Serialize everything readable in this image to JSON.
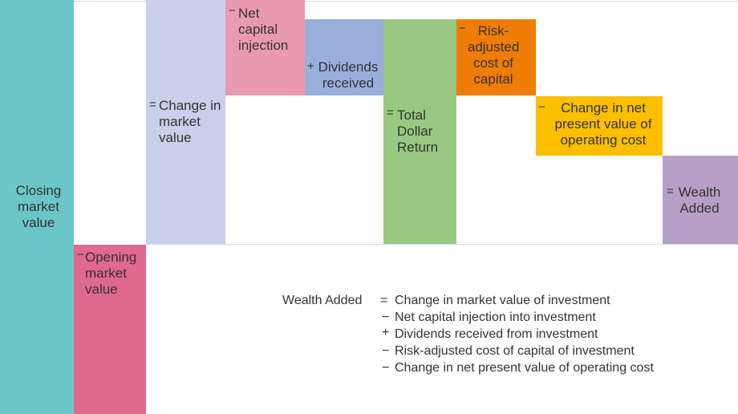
{
  "colors": {
    "closing": "#6bc6c8",
    "opening": "#e06990",
    "change": "#c8d0ec",
    "net_capital": "#e99ab0",
    "dividends": "#9aaedc",
    "total": "#98c882",
    "risk_cost": "#ef7d05",
    "npv_change": "#fcbf00",
    "wealth": "#b79ec7"
  },
  "blocks": {
    "closing_market_value": {
      "operator": "",
      "label": "Closing market value"
    },
    "opening_market_value": {
      "operator": "−",
      "label": "Opening market value"
    },
    "change_in_market_value": {
      "operator": "=",
      "label": "Change in market value"
    },
    "net_capital_injection": {
      "operator": "−",
      "label": "Net capital injection"
    },
    "dividends_received": {
      "operator": "+",
      "label": "Dividends received"
    },
    "total_dollar_return": {
      "operator": "=",
      "label": "Total Dollar Return"
    },
    "risk_adjusted_cost": {
      "operator": "−",
      "label": "Risk-adjusted cost of capital"
    },
    "npv_operating_cost": {
      "operator": "−",
      "label": "Change in net present value of operating cost"
    },
    "wealth_added": {
      "operator": "=",
      "label": "Wealth Added"
    }
  },
  "formula": {
    "lhs": "Wealth Added",
    "rows": [
      {
        "op": "=",
        "text": "Change in market value of investment"
      },
      {
        "op": "−",
        "text": "Net capital injection into investment"
      },
      {
        "op": "+",
        "text": "Dividends received from investment"
      },
      {
        "op": "−",
        "text": "Risk-adjusted cost of capital of investment"
      },
      {
        "op": "−",
        "text": "Change in net present value of operating cost"
      }
    ]
  }
}
